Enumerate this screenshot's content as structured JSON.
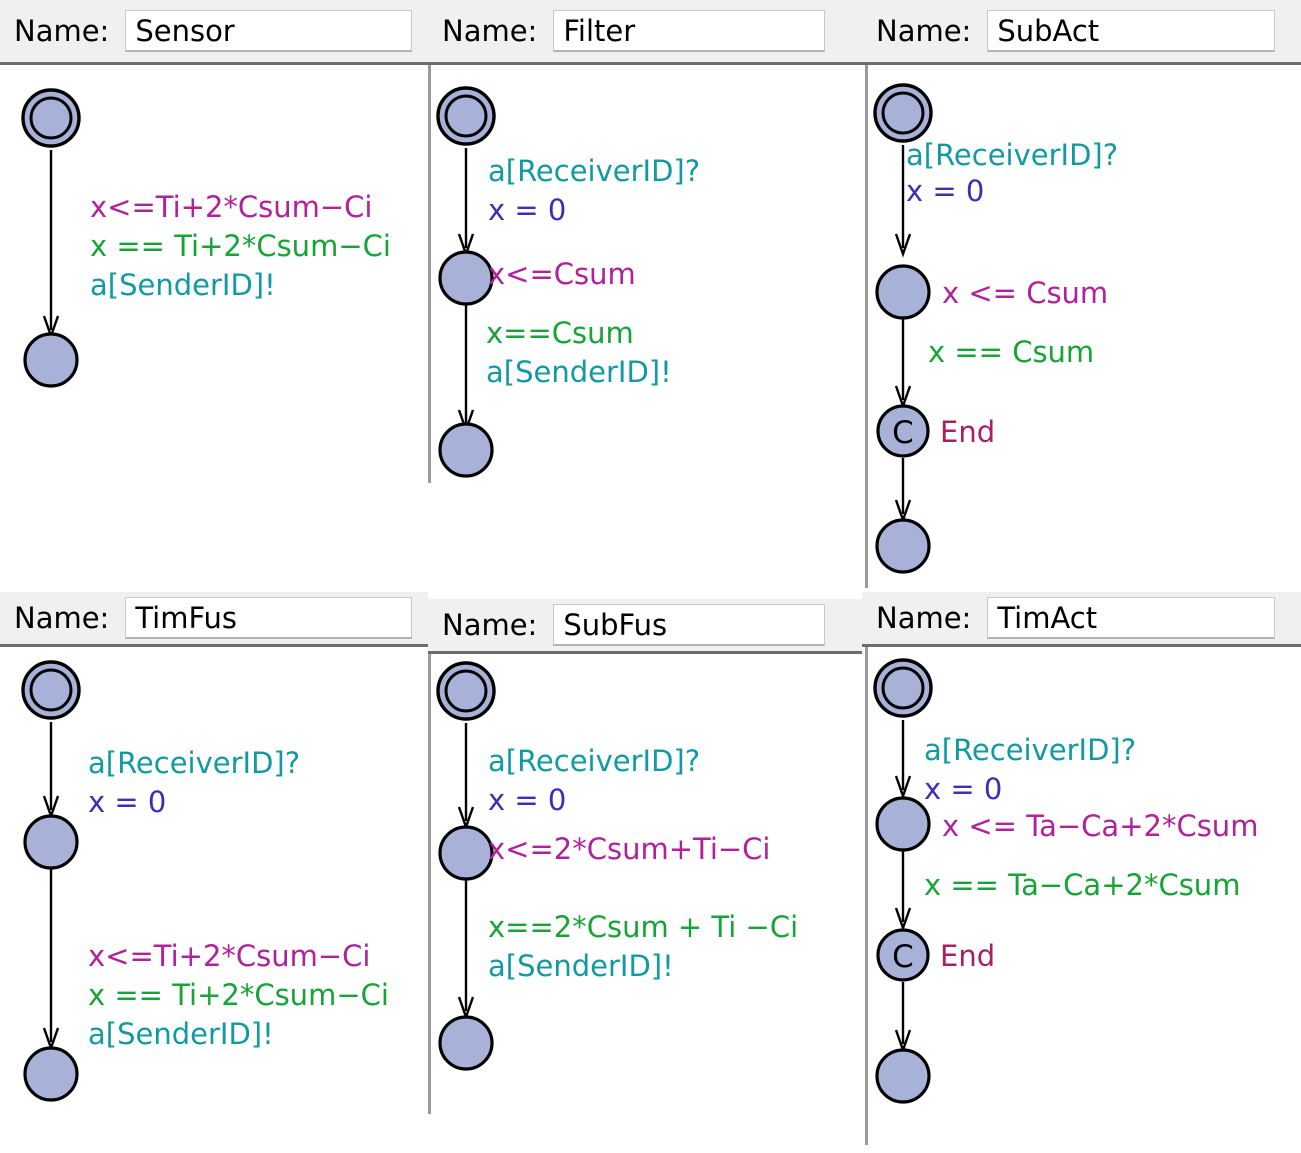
{
  "colors": {
    "node_fill": "#a8b2d8",
    "node_stroke": "#000000",
    "invariant": "#b0219b",
    "guard": "#17a437",
    "sync": "#129aa3",
    "assignment": "#3b30b5",
    "state_label": "#a81f63",
    "header_bg": "#f0f0f0",
    "field_bg": "#ffffff"
  },
  "name_label": "Name:",
  "templates": [
    {
      "id": "sensor",
      "name": "Sensor",
      "states": [
        {
          "kind": "initial",
          "label": ""
        },
        {
          "kind": "normal",
          "label": ""
        }
      ],
      "transitions": [
        {
          "invariant": "x<=Ti+2*Csum−Ci",
          "guard": "x == Ti+2*Csum−Ci",
          "sync": "a[SenderID]!",
          "assignment": ""
        }
      ]
    },
    {
      "id": "filter",
      "name": "Filter",
      "states": [
        {
          "kind": "initial",
          "label": ""
        },
        {
          "kind": "normal",
          "label": ""
        },
        {
          "kind": "normal",
          "label": ""
        }
      ],
      "transitions": [
        {
          "sync": "a[ReceiverID]?",
          "assignment": "x = 0",
          "invariant": "",
          "guard": ""
        },
        {
          "invariant": "x<=Csum",
          "guard": "x==Csum",
          "sync": "a[SenderID]!",
          "assignment": ""
        }
      ]
    },
    {
      "id": "subact",
      "name": "SubAct",
      "states": [
        {
          "kind": "initial",
          "label": ""
        },
        {
          "kind": "normal",
          "label": ""
        },
        {
          "kind": "committed",
          "label": "End"
        },
        {
          "kind": "normal",
          "label": ""
        }
      ],
      "transitions": [
        {
          "sync": "a[ReceiverID]?",
          "assignment": "x = 0",
          "invariant": "",
          "guard": ""
        },
        {
          "invariant": "x <= Csum",
          "guard": "x == Csum",
          "sync": "",
          "assignment": ""
        }
      ]
    },
    {
      "id": "timfus",
      "name": "TimFus",
      "states": [
        {
          "kind": "initial",
          "label": ""
        },
        {
          "kind": "normal",
          "label": ""
        },
        {
          "kind": "normal",
          "label": ""
        }
      ],
      "transitions": [
        {
          "sync": "a[ReceiverID]?",
          "assignment": "x = 0",
          "invariant": "",
          "guard": ""
        },
        {
          "invariant": "x<=Ti+2*Csum−Ci",
          "guard": "x == Ti+2*Csum−Ci",
          "sync": "a[SenderID]!",
          "assignment": ""
        }
      ]
    },
    {
      "id": "subfus",
      "name": "SubFus",
      "states": [
        {
          "kind": "initial",
          "label": ""
        },
        {
          "kind": "normal",
          "label": ""
        },
        {
          "kind": "normal",
          "label": ""
        }
      ],
      "transitions": [
        {
          "sync": "a[ReceiverID]?",
          "assignment": "x = 0",
          "invariant": "",
          "guard": ""
        },
        {
          "invariant": "x<=2*Csum+Ti−Ci",
          "guard": "x==2*Csum + Ti −Ci",
          "sync": "a[SenderID]!",
          "assignment": ""
        }
      ]
    },
    {
      "id": "timact",
      "name": "TimAct",
      "states": [
        {
          "kind": "initial",
          "label": ""
        },
        {
          "kind": "normal",
          "label": ""
        },
        {
          "kind": "committed",
          "label": "End"
        },
        {
          "kind": "normal",
          "label": ""
        }
      ],
      "transitions": [
        {
          "sync": "a[ReceiverID]?",
          "assignment": "x = 0",
          "invariant": "",
          "guard": ""
        },
        {
          "invariant": "x <= Ta−Ca+2*Csum",
          "guard": "x ==  Ta−Ca+2*Csum",
          "sync": "",
          "assignment": ""
        }
      ]
    }
  ],
  "committed_marker": "C"
}
